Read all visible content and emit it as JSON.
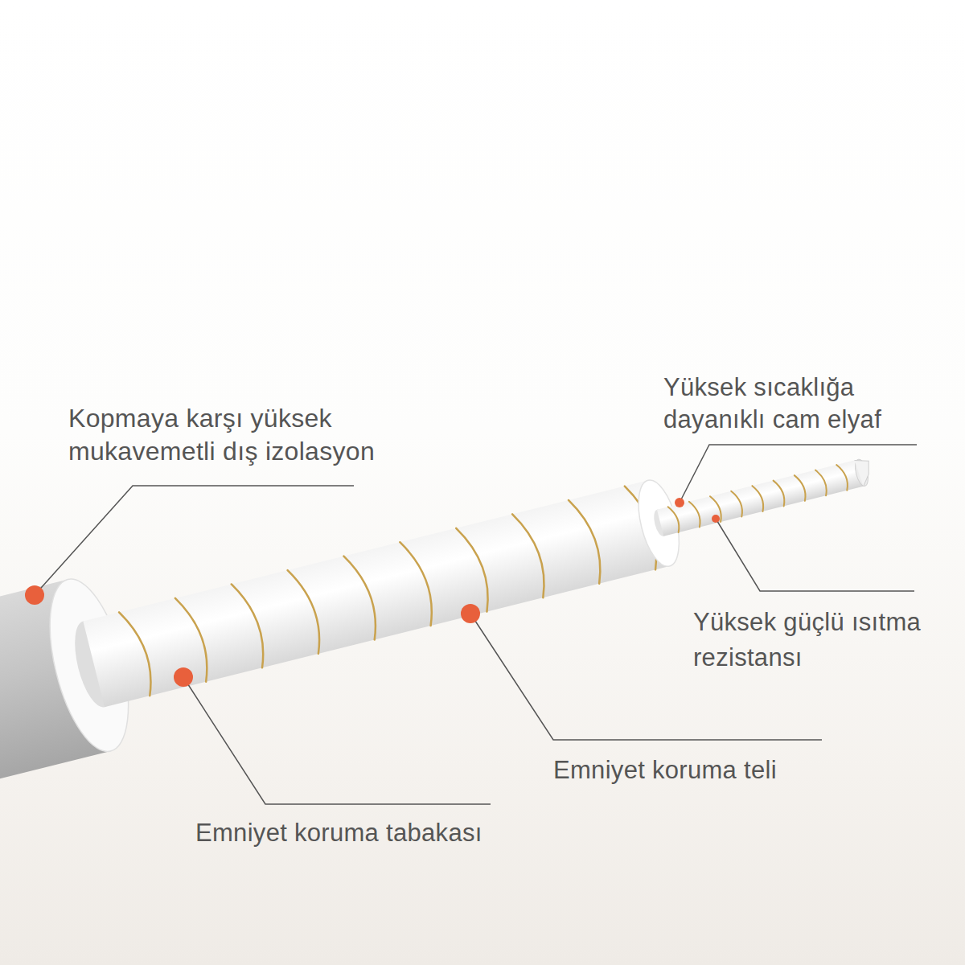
{
  "diagram": {
    "labels": [
      "Kopmaya karşı yüksek mukavemetli dış izolasyon",
      "Yüksek sıcaklığa dayanıklı cam elyaf",
      "Yüksek güçlü ısıtma rezistansı",
      "Emniyet koruma teli",
      "Emniyet koruma tabakası"
    ]
  }
}
